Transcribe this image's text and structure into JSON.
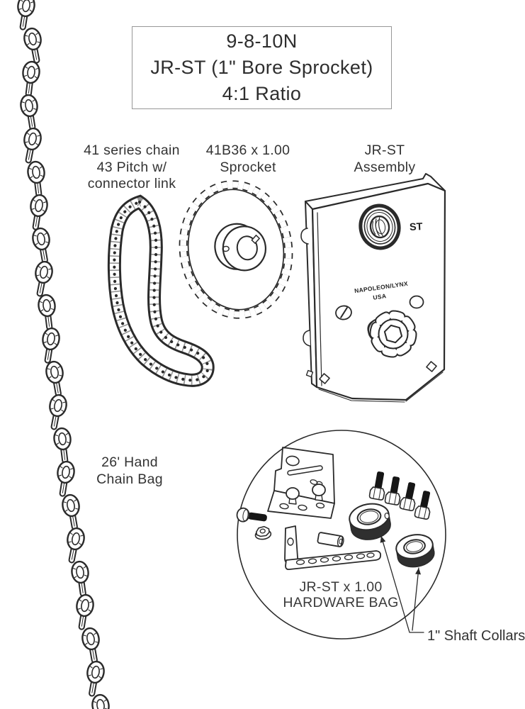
{
  "title": {
    "line1": "9-8-10N",
    "line2": "JR-ST (1\" Bore Sprocket)",
    "line3": "4:1 Ratio"
  },
  "labels": {
    "chain": {
      "line1": "41 series chain",
      "line2": "43 Pitch w/",
      "line3": "connector link"
    },
    "sprocket": {
      "line1": "41B36 x 1.00",
      "line2": "Sprocket"
    },
    "assembly": {
      "line1": "JR-ST",
      "line2": "Assembly"
    },
    "hand_chain": {
      "line1": "26' Hand",
      "line2": "Chain Bag"
    },
    "hardware_bag": {
      "line1": "JR-ST x 1.00",
      "line2": "HARDWARE BAG"
    },
    "shaft_collars": "1\" Shaft Collars"
  },
  "assembly_markings": {
    "bearing_label": "ST",
    "brand": "NAPOLEON/LYNX",
    "country": "USA"
  },
  "colors": {
    "line": "#2a2a2a",
    "background": "#ffffff",
    "hardware_dark": "#1b1b1b"
  }
}
